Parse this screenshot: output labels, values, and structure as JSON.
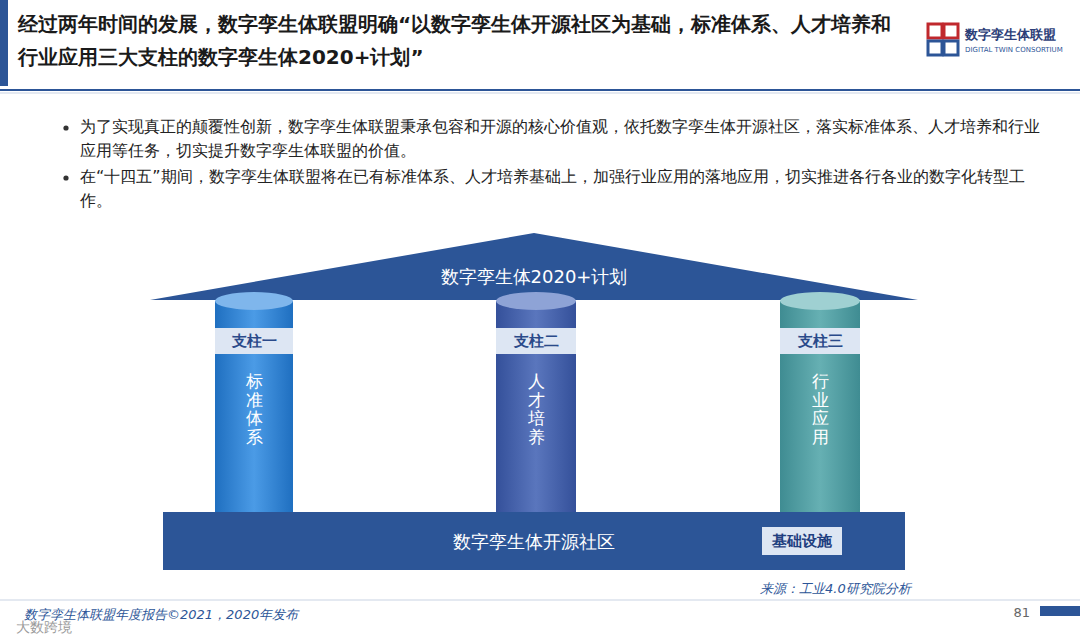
{
  "diagram": {
    "title": "经过两年时间的发展，数字孪生体联盟明确“以数字孪生体开源社区为基础，标准体系、人才培养和行业应用三大支柱的数字孪生体2020+计划”",
    "nodes": [
      {
        "text": [
          "数字孪生体2020+计划"
        ]
      },
      {
        "text": [
          "支柱一",
          "标准体系"
        ]
      },
      {
        "text": [
          "支柱二",
          "人才培养"
        ]
      },
      {
        "text": [
          "支柱三",
          "行业应用"
        ]
      },
      {
        "text": [
          "数字孪生体开源社区"
        ]
      },
      {
        "text": [
          "基础设施"
        ],
        "in": 4
      }
    ],
    "labels": [
      "数字孪生体联盟",
      "DIGITAL TWIN CONSORTIUM",
      "为了实现真正的颠覆性创新，数字孪生体联盟秉承包容和开源的核心价值观，依托数字孪生体开源社区，落实标准体系、人才培养和行业应用等任务，切实提升数字孪生体联盟的价值。",
      "在“十四五”期间，数字孪生体联盟将在已有标准体系、人才培养基础上，加强行业应用的落地应用，切实推进各行各业的数字化转型工作。",
      "来源：工业4.0研究院分析",
      "数字孪生体联盟年度报告©2021，2020年发布",
      "81",
      "大数跨境"
    ]
  }
}
